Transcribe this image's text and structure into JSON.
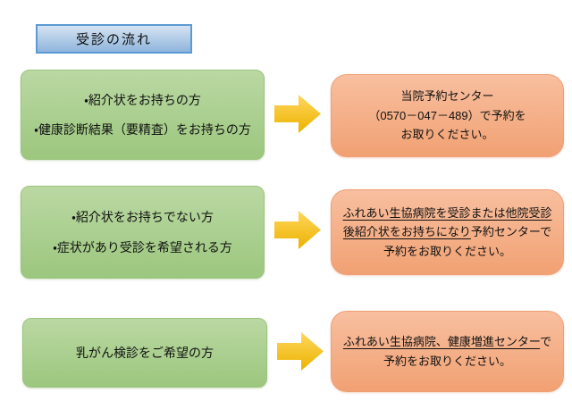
{
  "title": "受診の流れ",
  "colors": {
    "title_border": "#5B9BD5",
    "title_fill_top": "#D6E3F2",
    "title_fill_bottom": "#8FB4DC",
    "condition_fill_top": "#BAD8A3",
    "condition_fill_bottom": "#9CC77E",
    "result_fill_top": "#F8BF9F",
    "result_fill_bottom": "#F1A173",
    "arrow_fill_top": "#FFD75E",
    "arrow_fill_bottom": "#EBB200",
    "text": "#111111"
  },
  "icons": {
    "arrow": "right-block-arrow"
  },
  "rows": [
    {
      "condition": [
        "・紹介状をお持ちの方",
        "・健康診断結果（要精査）をお持ちの方"
      ],
      "result": [
        [
          {
            "text": "当院予約センター",
            "underline": false
          }
        ],
        [
          {
            "text": "（0570－047－489）で予約を",
            "underline": false
          }
        ],
        [
          {
            "text": "お取りください。",
            "underline": false
          }
        ]
      ]
    },
    {
      "condition": [
        "・紹介状をお持ちでない方",
        "・症状があり受診を希望される方"
      ],
      "result": [
        [
          {
            "text": "ふれあい生協病院を受診または他院受診",
            "underline": true
          }
        ],
        [
          {
            "text": "後紹介状をお持ちになり",
            "underline": true
          },
          {
            "text": "予約センターで",
            "underline": false
          }
        ],
        [
          {
            "text": "予約をお取りください。",
            "underline": false
          }
        ]
      ]
    },
    {
      "condition": [
        "乳がん検診をご希望の方"
      ],
      "result": [
        [
          {
            "text": "ふれあい生協病院、健康増進センター",
            "underline": true
          },
          {
            "text": "で",
            "underline": false
          }
        ],
        [
          {
            "text": "予約をお取りください。",
            "underline": false
          }
        ]
      ]
    }
  ]
}
